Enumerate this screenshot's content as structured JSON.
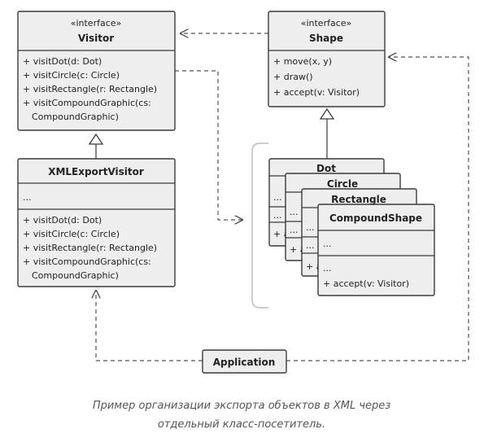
{
  "visitor": {
    "stereotype": "«interface»",
    "name": "Visitor",
    "methods": [
      "+ visitDot(d: Dot)",
      "+ visitCircle(c: Circle)",
      "+ visitRectangle(r: Rectangle)",
      "+ visitCompoundGraphic(cs:",
      "CompoundGraphic)"
    ]
  },
  "shape": {
    "stereotype": "«interface»",
    "name": "Shape",
    "methods": [
      "+ move(x, y)",
      "+ draw()",
      "+ accept(v: Visitor)"
    ]
  },
  "xml_export_visitor": {
    "name": "XMLExportVisitor",
    "fields": "...",
    "methods": [
      "+ visitDot(d: Dot)",
      "+ visitCircle(c: Circle)",
      "+ visitRectangle(r: Rectangle)",
      "+ visitCompoundGraphic(cs:",
      "CompoundGraphic)"
    ]
  },
  "stack": {
    "dot": {
      "name": "Dot",
      "row1": "...",
      "row2": "...",
      "row3": "+ a"
    },
    "circle": {
      "name": "Circle",
      "row1": "...",
      "row2": "...",
      "row3": "+ a"
    },
    "rectangle": {
      "name": "Rectangle",
      "row1": "...",
      "row2": "...",
      "row3": "+ a"
    },
    "compound_shape": {
      "name": "CompoundShape",
      "fields": "...",
      "methods": [
        "...",
        "+ accept(v: Visitor)"
      ]
    }
  },
  "application": {
    "label": "Application"
  },
  "caption": {
    "line1": "Пример организации экспорта объектов в XML через",
    "line2": "отдельный класс-посетитель."
  }
}
